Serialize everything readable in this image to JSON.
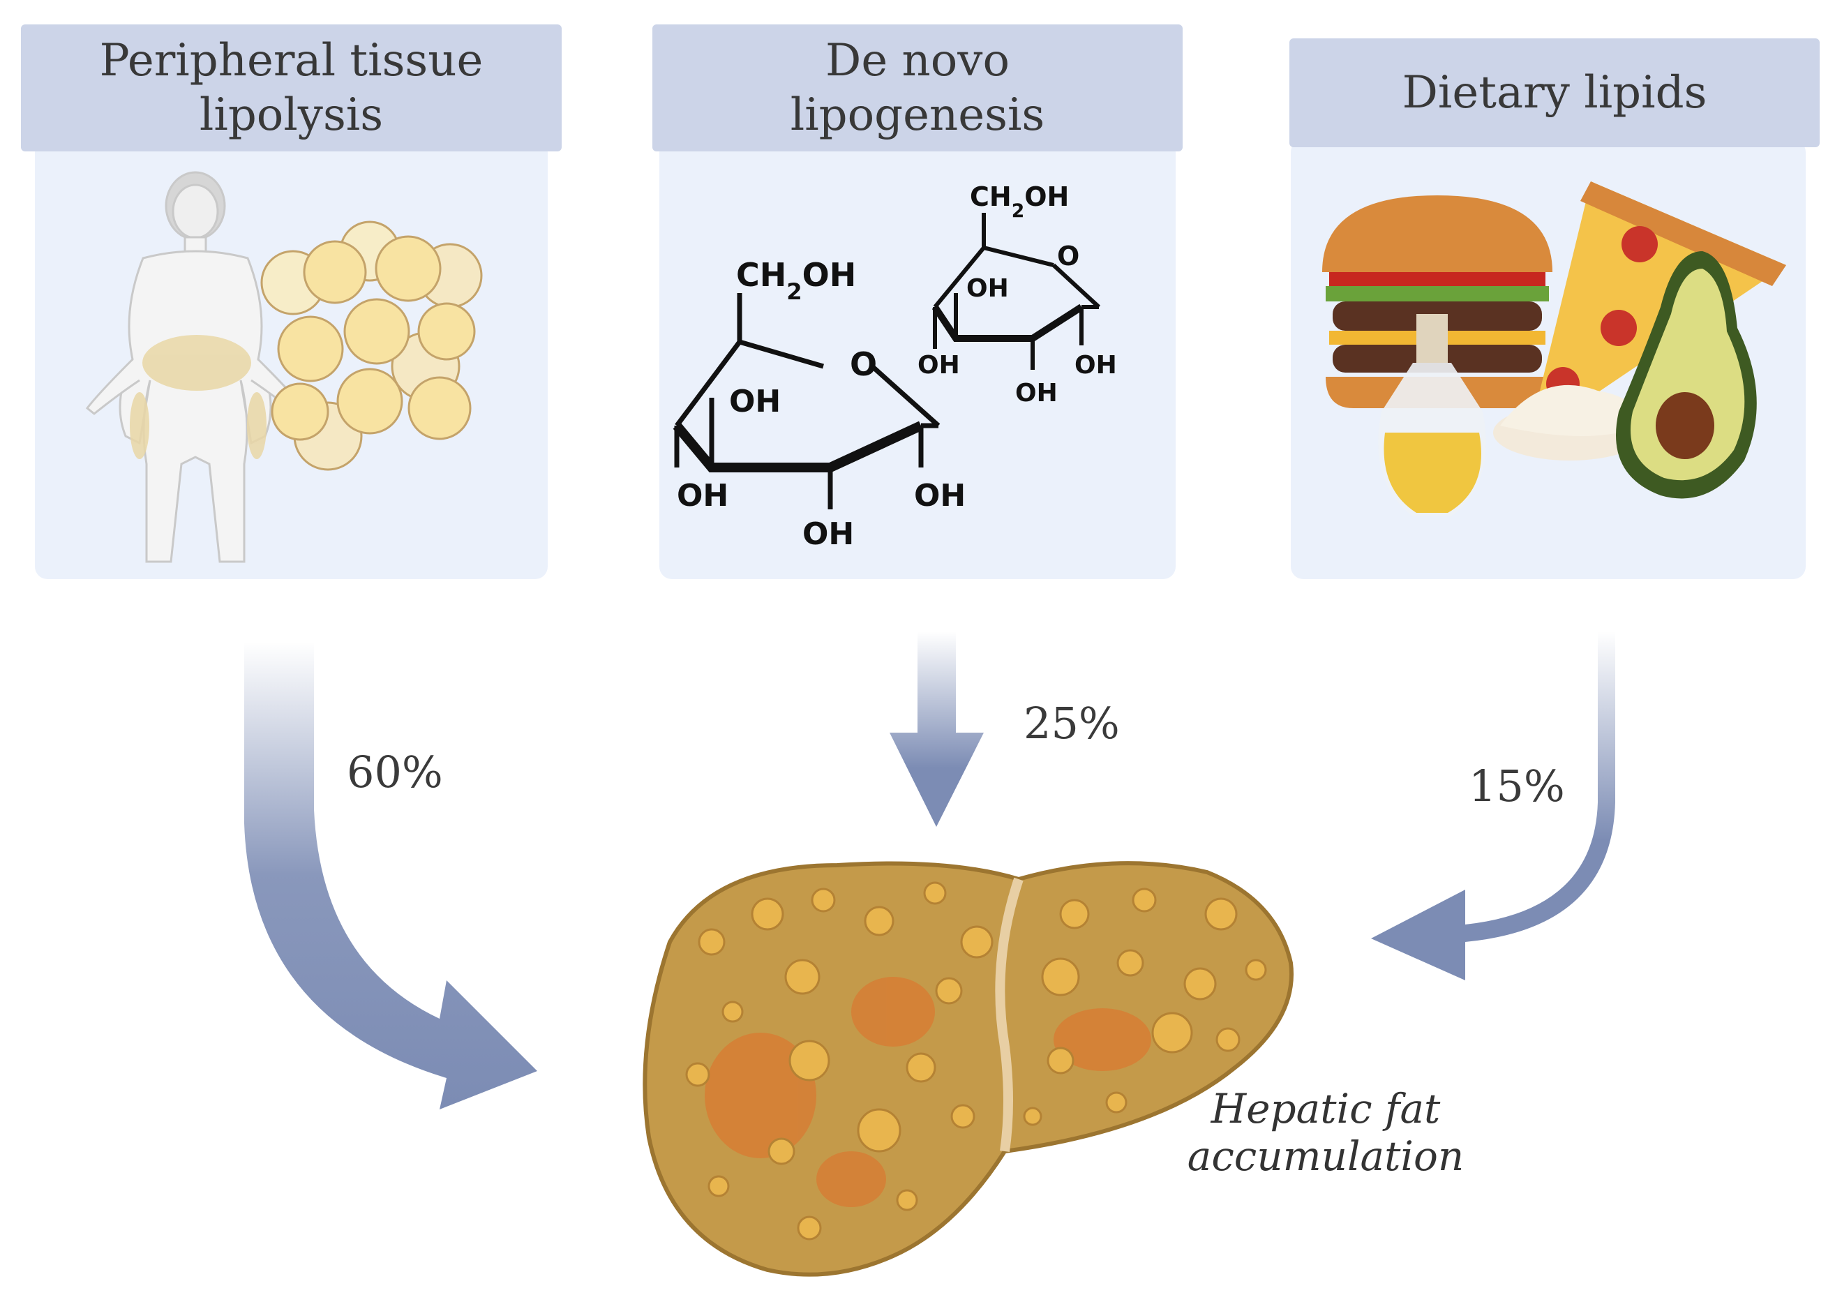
{
  "sources": [
    {
      "id": "peripheral",
      "header": "Peripheral tissue\nlipolysis",
      "percent": "60%",
      "icon": "obese-person-adipocytes-icon"
    },
    {
      "id": "denovo",
      "header": "De novo\nlipogenesis",
      "percent": "25%",
      "icon": "glucose-structure-icon"
    },
    {
      "id": "dietary",
      "header": "Dietary lipids",
      "percent": "15%",
      "icon": "fatty-foods-icon"
    }
  ],
  "glucose_labels": {
    "ch2oh": "CH2OH",
    "ring_o": "O",
    "oh": "OH"
  },
  "target": {
    "caption": "Hepatic fat\naccumulation",
    "icon": "fatty-liver-icon"
  },
  "colors": {
    "panel_bg": "#ebf1fb",
    "header_bg": "#ccd4e8",
    "arrow": "#7c8cb4",
    "liver": "#c49a4a",
    "fat_droplet": "#e8b54e"
  }
}
